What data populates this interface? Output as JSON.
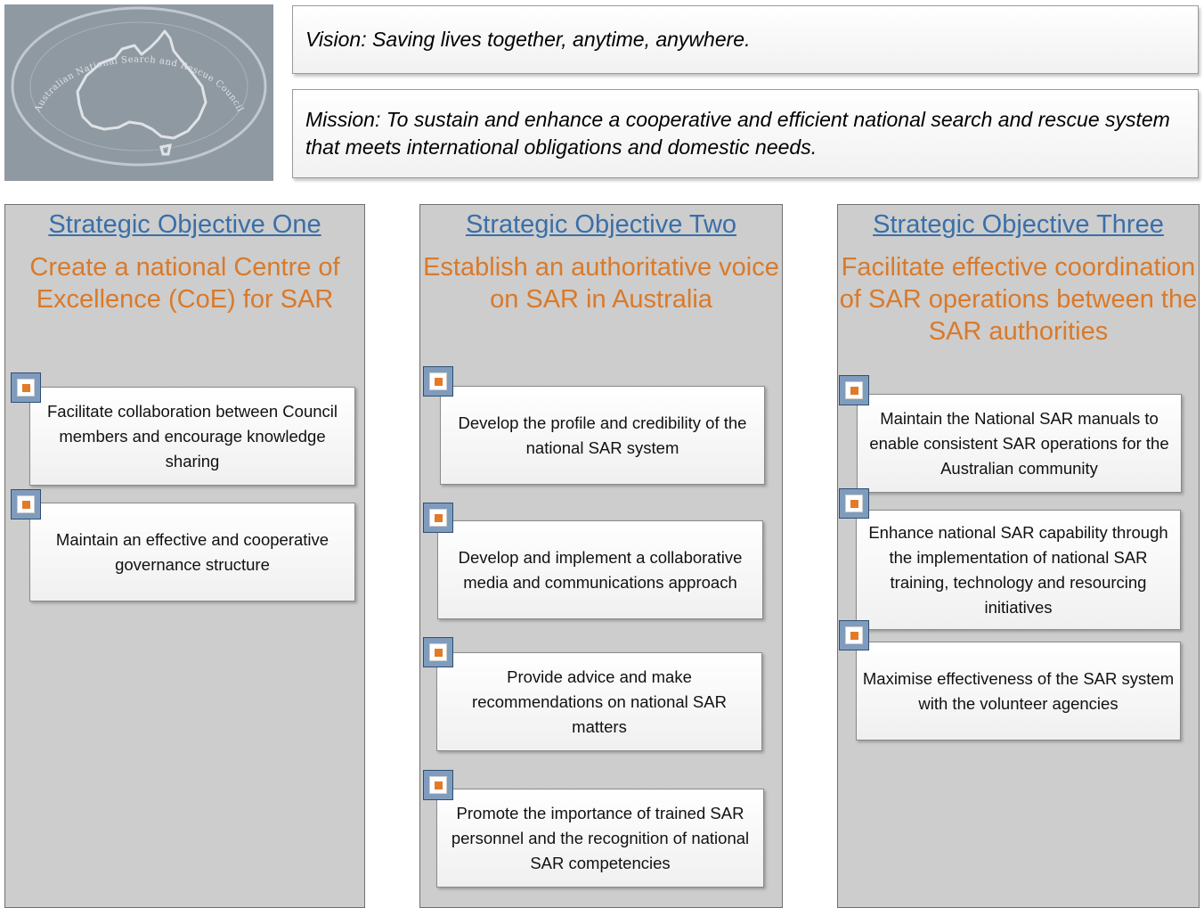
{
  "header": {
    "logo_text": "Australian National Search and Rescue Council",
    "vision": "Vision: Saving lives together, anytime, anywhere.",
    "mission": "Mission: To sustain and enhance a cooperative and efficient national search and rescue system that meets international obligations and domestic needs."
  },
  "objectives": [
    {
      "title": "Strategic Objective One",
      "subtitle": "Create a national Centre of Excellence (CoE) for SAR",
      "items": [
        "Facilitate collaboration between Council members and encourage knowledge sharing",
        "Maintain an effective and cooperative governance structure"
      ]
    },
    {
      "title": "Strategic Objective Two",
      "subtitle": "Establish an authoritative voice on SAR in Australia",
      "items": [
        "Develop the profile and credibility of the national SAR system",
        "Develop and implement a collaborative media and communications approach",
        "Provide advice and make recommendations on national SAR matters",
        "Promote the importance of trained SAR personnel and the recognition of national SAR competencies"
      ]
    },
    {
      "title": "Strategic Objective Three",
      "subtitle": "Facilitate effective coordination of SAR operations between the SAR authorities",
      "items": [
        "Maintain the National SAR manuals to enable consistent SAR operations for the Australian community",
        "Enhance national SAR capability through the implementation of national SAR training, technology and resourcing initiatives",
        "Maximise effectiveness of the SAR system with the volunteer agencies"
      ]
    }
  ],
  "colors": {
    "title": "#3a6fa8",
    "subtitle": "#d97a2b",
    "column_bg": "#cdcdcd",
    "marker_fill": "#7f9bbd",
    "marker_dot": "#e27a28"
  }
}
